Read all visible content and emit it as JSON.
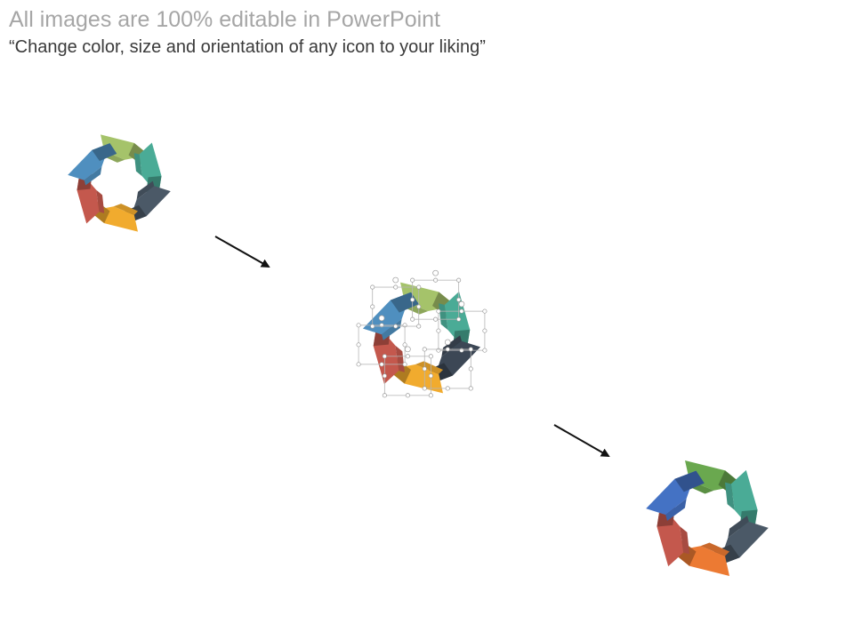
{
  "slide": {
    "title": "All images are 100% editable in PowerPoint",
    "subtitle": "“Change color, size and orientation of any icon to your liking”"
  },
  "palettes": {
    "icon_1": [
      "#a5c36a",
      "#4aab96",
      "#4b5967",
      "#f1ab2e",
      "#c4584d",
      "#4f8fbf"
    ],
    "icon_2": [
      "#a5c36a",
      "#4aab96",
      "#3c4755",
      "#f1ab2e",
      "#c4584d",
      "#4f8fbf"
    ],
    "icon_3": [
      "#6aa84f",
      "#4aab96",
      "#4b5967",
      "#ec7a33",
      "#c4584d",
      "#4472c4"
    ]
  },
  "icons": {
    "icon_1": "circular-arrows-icon",
    "icon_2": "circular-arrows-icon-selected",
    "icon_3": "circular-arrows-icon-recolored",
    "arrow": "arrow-right-down-icon"
  }
}
